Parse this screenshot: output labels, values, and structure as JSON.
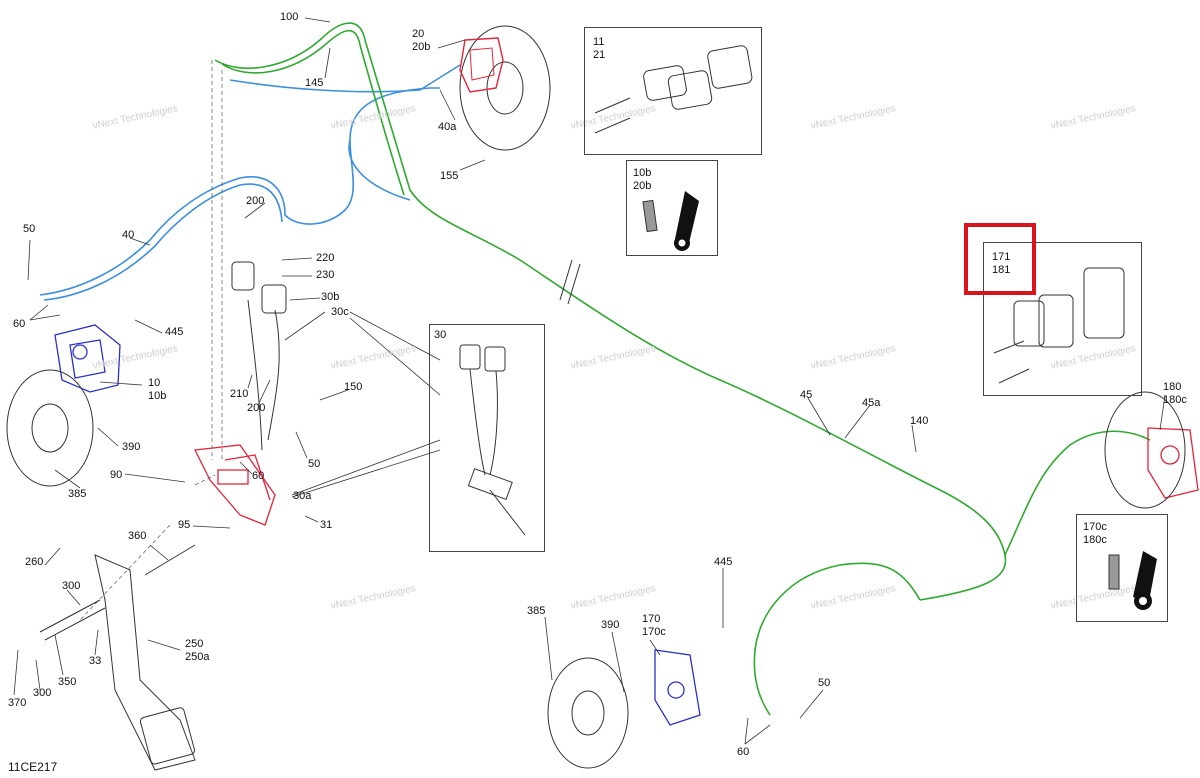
{
  "diagram_code": "11CE217",
  "watermark": {
    "line1": "vNext",
    "line2": "Technologies"
  },
  "colors": {
    "blue": "#3a8fe0",
    "green": "#2eaa2e",
    "red": "#e6233a",
    "caliper_blue": "#2b31c9",
    "highlight": "#d9151b"
  },
  "labels": {
    "l100": "100",
    "l145": "145",
    "l20": "20\n20b",
    "l40a": "40a",
    "l155": "155",
    "l40": "40",
    "l50a": "50",
    "l60a": "60",
    "l445a": "445",
    "l10": "10\n10b",
    "l390a": "390",
    "l385a": "385",
    "l90": "90",
    "l95": "95",
    "l360": "360",
    "l260": "260",
    "l300a": "300",
    "l300b": "300",
    "l370": "370",
    "l350": "350",
    "l33": "33",
    "l250": "250\n250a",
    "l200a": "200",
    "l220": "220",
    "l230": "230",
    "l30b": "30b",
    "l30c": "30c",
    "l210": "210",
    "l200b": "200",
    "l150": "150",
    "l50b": "50",
    "l60b": "60",
    "l30a": "30a",
    "l31": "31",
    "l45": "45",
    "l45a": "45a",
    "l140": "140",
    "l180": "180\n180c",
    "l385b": "385",
    "l390b": "390",
    "l170": "170\n170c",
    "l445b": "445",
    "l50c": "50",
    "l60c": "60"
  },
  "insets": {
    "pads_front": "11\n21",
    "bleeder_front": "10b\n20b",
    "master_cyl": "30",
    "pads_rear": "171\n181",
    "bleeder_rear": "170c\n180c"
  }
}
